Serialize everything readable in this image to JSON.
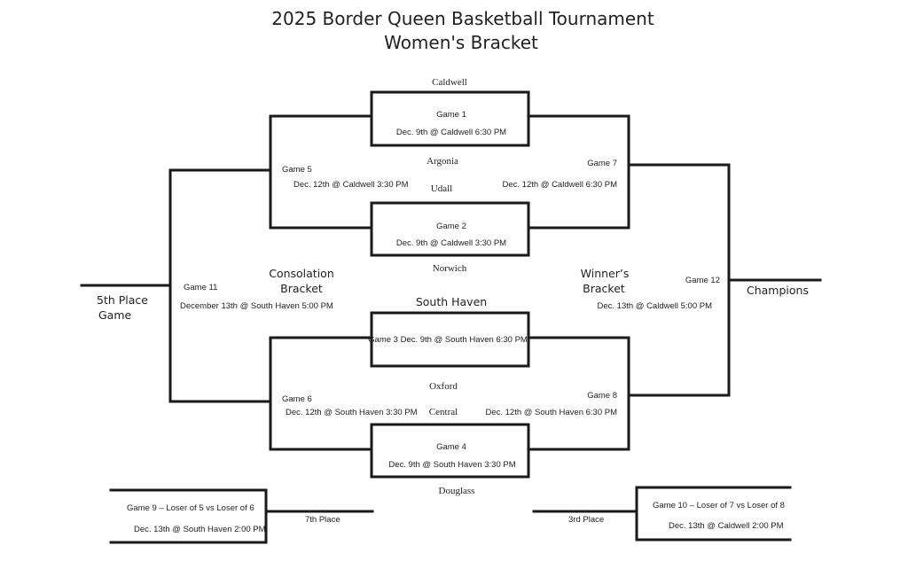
{
  "title": {
    "line1": "2025 Border Queen Basketball Tournament",
    "line2": "Women's Bracket"
  },
  "teams": {
    "caldwell": "Caldwell",
    "argonia": "Argonia",
    "udall": "Udall",
    "norwich": "Norwich",
    "south_haven": "South Haven",
    "oxford": "Oxford",
    "central": "Central",
    "douglass": "Douglass"
  },
  "games": {
    "g1": {
      "name": "Game 1",
      "info": "Dec. 9th @ Caldwell 6:30 PM"
    },
    "g2": {
      "name": "Game 2",
      "info": "Dec. 9th @ Caldwell 3:30 PM"
    },
    "g3": {
      "full": "Game 3 Dec. 9th @ South Haven 6:30 PM"
    },
    "g4": {
      "name": "Game 4",
      "info": "Dec. 9th @ South Haven 3:30 PM"
    },
    "g5": {
      "name": "Game 5",
      "info": "Dec. 12th @ Caldwell 3:30 PM"
    },
    "g6": {
      "name": "Game 6",
      "info": "Dec. 12th @ South Haven 3:30 PM"
    },
    "g7": {
      "name": "Game 7",
      "info": "Dec. 12th @ Caldwell 6:30 PM"
    },
    "g8": {
      "name": "Game 8",
      "info": "Dec. 12th @ South Haven 6:30 PM"
    },
    "g9": {
      "name": "Game 9 – Loser of 5 vs Loser of 6",
      "info": "Dec. 13th @ South Haven 2:00 PM"
    },
    "g10": {
      "name": "Game 10 – Loser of 7 vs Loser of 8",
      "info": "Dec. 13th @ Caldwell 2:00 PM"
    },
    "g11": {
      "name": "Game 11",
      "info": "December 13th @ South Haven 5:00 PM"
    },
    "g12": {
      "name": "Game 12",
      "info": "Dec. 13th @ Caldwell 5:00 PM"
    }
  },
  "labels": {
    "consolation_1": "Consolation",
    "consolation_2": "Bracket",
    "winners_1": "Winner’s",
    "winners_2": "Bracket",
    "fifth_1": "5th Place",
    "fifth_2": "Game",
    "champions": "Champions",
    "seventh": "7th Place",
    "third": "3rd Place"
  }
}
